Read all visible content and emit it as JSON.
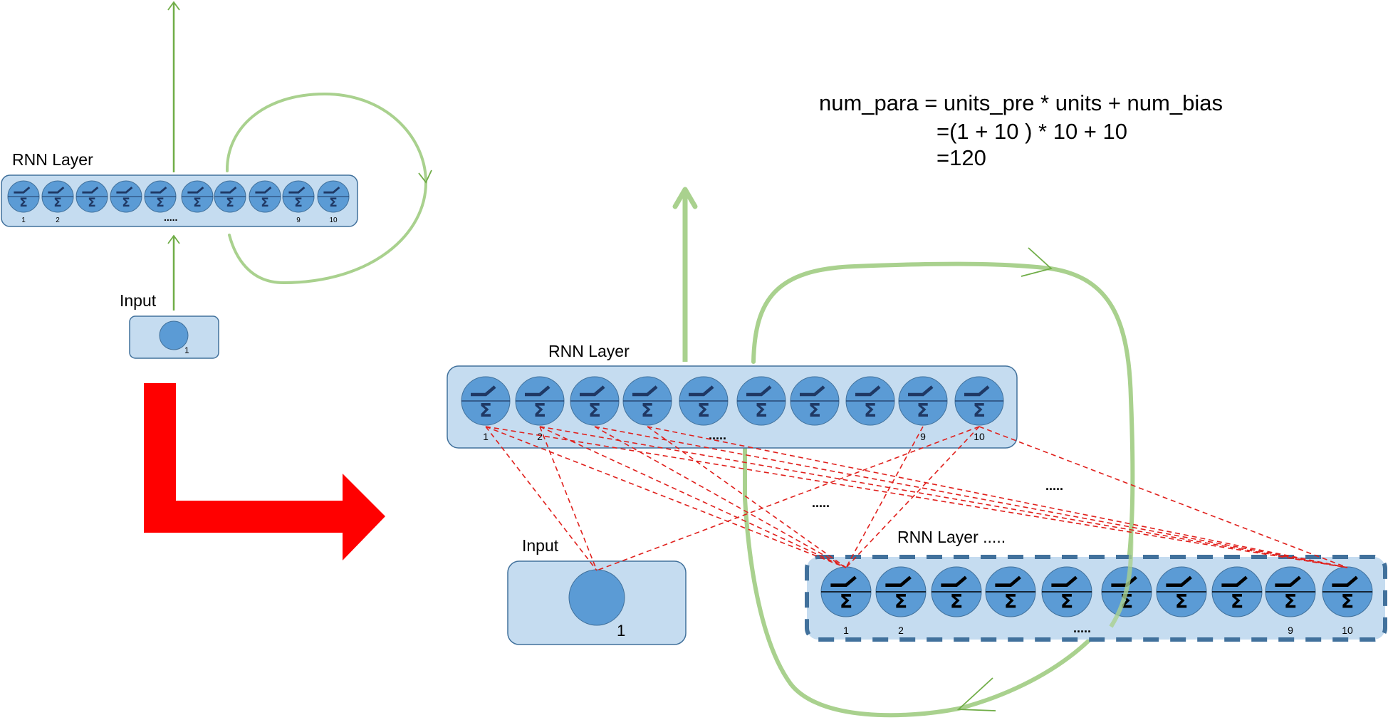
{
  "colors": {
    "layer_fill": "#c5dcf0",
    "layer_stroke": "#41719c",
    "neuron_fill": "#5b9bd5",
    "glyph_navy": "#1f3864",
    "glyph_black": "#000000",
    "link_red": "#e0201c",
    "arrow_green": "#70ad47",
    "loop_green": "#a9d18e",
    "transform_arrow": "#ff0000"
  },
  "equation": {
    "line1": "num_para = units_pre * units + num_bias",
    "line2": "=(1 + 10 ) * 10 + 10",
    "line3": "=120"
  },
  "compact_diagram": {
    "layer_title": "RNN Layer",
    "input_title": "Input",
    "input_unit_label": "1",
    "unit_labels": [
      "1",
      "2",
      "",
      "",
      "",
      "",
      "",
      "",
      "9",
      "10"
    ],
    "ellipsis": ".....",
    "unit_count": 10
  },
  "unrolled_diagram": {
    "layer_title": "RNN Layer",
    "input_title": "Input",
    "input_unit_label": "1",
    "unit_labels": [
      "1",
      "2",
      "",
      "",
      "",
      "",
      "",
      "",
      "9",
      "10"
    ],
    "ellipsis": ".....",
    "between_ellipsis_1": ".....",
    "between_ellipsis_2": ".....",
    "next_layer_title": "RNN Layer  .....",
    "next_unit_labels": [
      "1",
      "2",
      "",
      "",
      "",
      "",
      "",
      "",
      "9",
      "10"
    ],
    "next_ellipsis": ".....",
    "unit_count": 10
  },
  "glyphs": {
    "activation": "relu-activation-icon",
    "sum": "Σ"
  }
}
